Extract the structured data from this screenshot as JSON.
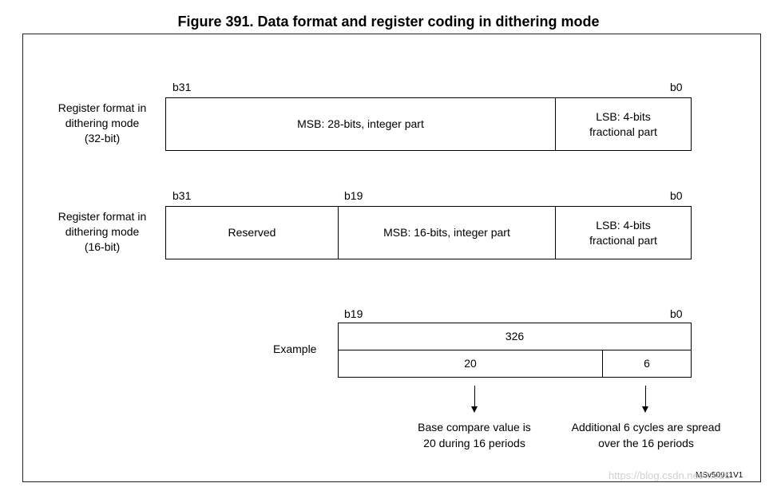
{
  "title": "Figure 391. Data format and register coding in dithering mode",
  "reg32": {
    "label": "Register format in\ndithering mode\n(32-bit)",
    "bit_left": "b31",
    "bit_right": "b0",
    "msb": "MSB: 28-bits, integer part",
    "lsb": "LSB: 4-bits\nfractional part"
  },
  "reg16": {
    "label": "Register format in\ndithering mode\n(16-bit)",
    "bit_left": "b31",
    "bit_mid": "b19",
    "bit_right": "b0",
    "reserved": "Reserved",
    "msb": "MSB: 16-bits, integer part",
    "lsb": "LSB: 4-bits\nfractional part"
  },
  "example": {
    "label": "Example",
    "bit_left": "b19",
    "bit_right": "b0",
    "total": "326",
    "integer": "20",
    "fraction": "6",
    "note_integer": "Base compare value is\n20 during 16 periods",
    "note_fraction": "Additional 6 cycles are spread\nover the 16 periods"
  },
  "ref_code": "MSv50911V1",
  "watermark": "https://blog.csdn.net/...026"
}
